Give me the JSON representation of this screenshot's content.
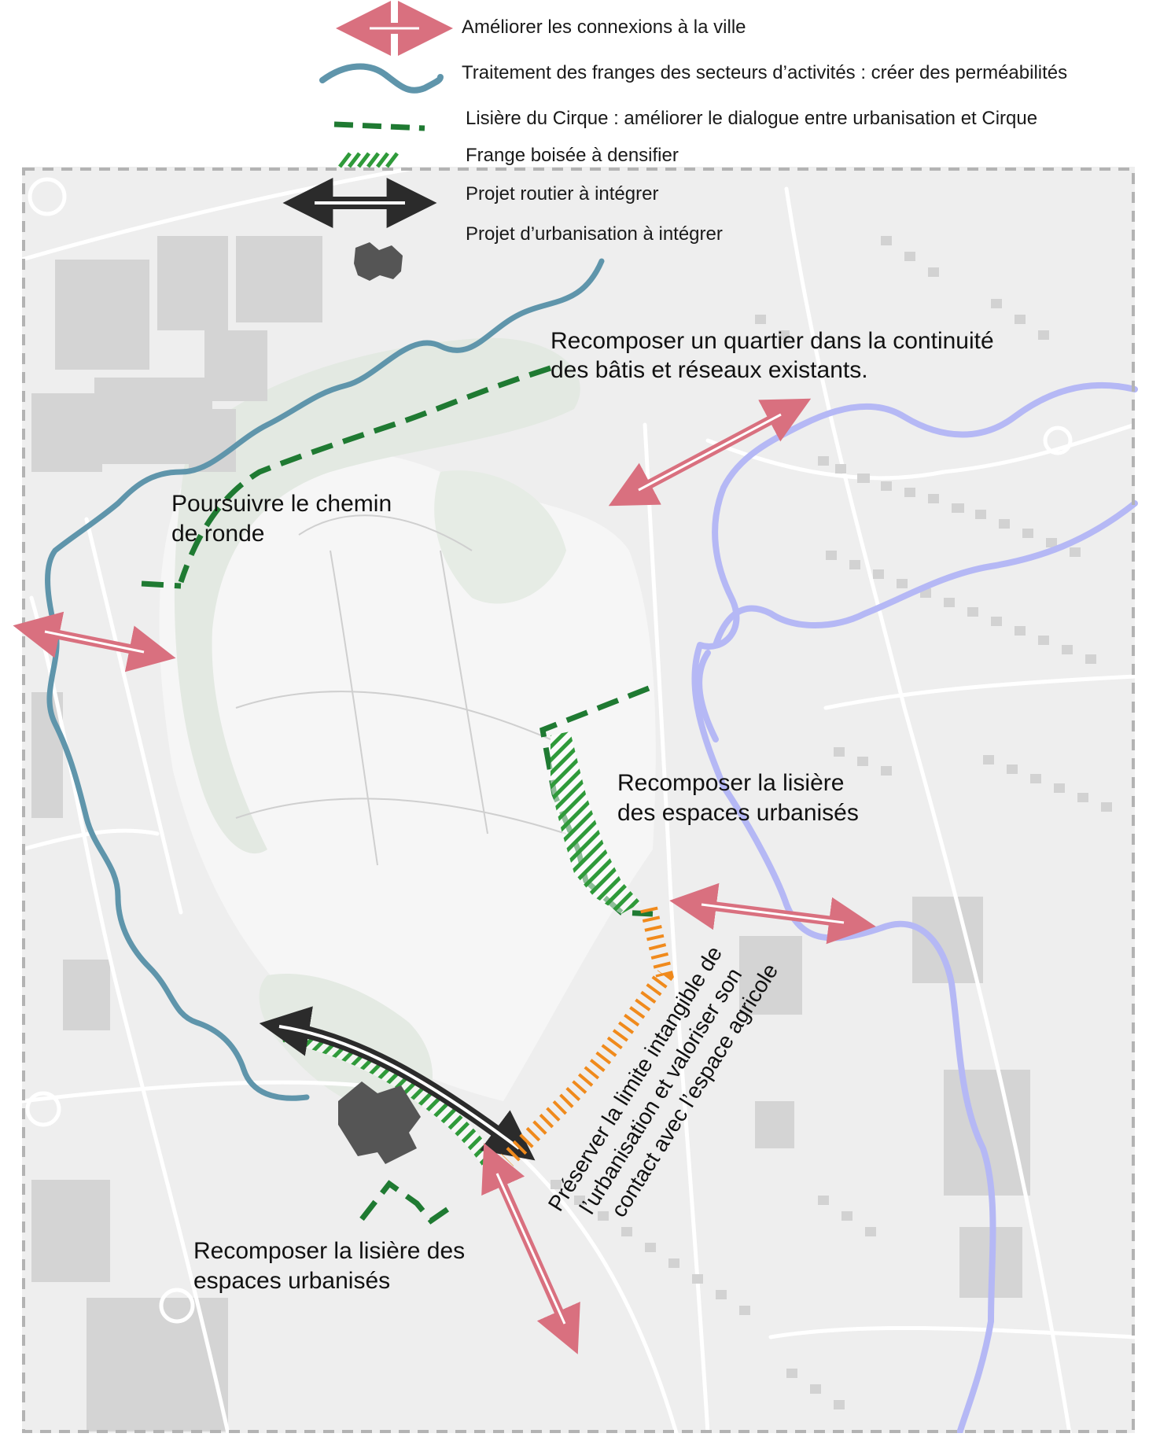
{
  "legend": {
    "items": [
      {
        "icon": "pink-double-arrow-icon",
        "label": "Améliorer les connexions à la ville"
      },
      {
        "icon": "blue-wave-icon",
        "label": "Traitement des franges des secteurs d’activités : créer des perméabilités"
      },
      {
        "icon": "green-dashed-line-icon",
        "label": "Lisière du Cirque : améliorer le dialogue entre urbanisation et Cirque"
      },
      {
        "icon": "green-hatch-icon",
        "label": "Frange boisée à densifier"
      },
      {
        "icon": "black-double-arrow-icon",
        "label": "Projet routier à intégrer"
      },
      {
        "icon": "grey-building-icon",
        "label": "Projet d’urbanisation à intégrer"
      }
    ]
  },
  "annotations": {
    "recomposer_quartier": [
      "Recomposer un quartier dans la continuité",
      "des bâtis et réseaux existants."
    ],
    "poursuivre_chemin": [
      "Poursuivre le chemin",
      "de ronde"
    ],
    "recomposer_lisiere_east": [
      "Recomposer la lisière",
      "des espaces urbanisés"
    ],
    "recomposer_lisiere_south": [
      "Recomposer la lisière des",
      "espaces urbanisés"
    ],
    "preserver_limite": [
      "Préserver la limite intangible de",
      "l’urbanisation et valoriser son",
      "contact avec l’espace agricole"
    ]
  },
  "colors": {
    "pink": "#d9707f",
    "blue": "#5f95ab",
    "green": "#1f7a32",
    "green_hatch": "#2f9a3a",
    "black": "#2b2b2b",
    "building": "#555555",
    "orange": "#f08a1c",
    "river": "#b5b8f5",
    "frame": "#b3b3b3"
  }
}
